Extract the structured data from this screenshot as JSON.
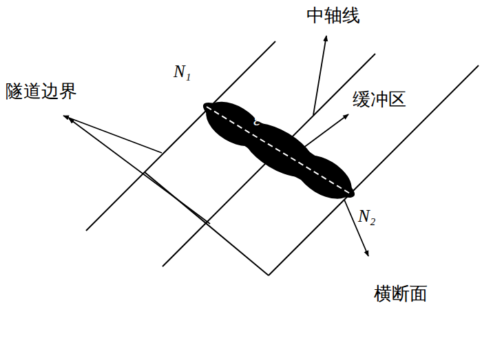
{
  "diagram": {
    "labels": [
      "中轴线",
      "隧道边界",
      "缓冲区",
      "N₁",
      "ε",
      "N₂",
      "横断面"
    ]
  }
}
